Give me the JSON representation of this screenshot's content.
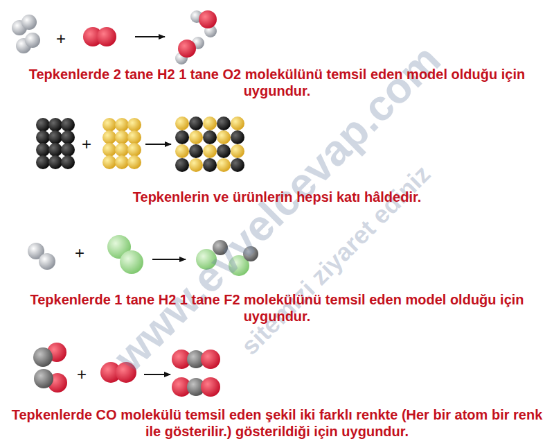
{
  "diagram": {
    "labels": [
      "+",
      "Tepkenlerde 2 tane H2 1 tane O2 molekülünü temsil eden model olduğu için uygundur.",
      "+",
      "Tepkenlerin ve ürünlerin hepsi katı hâldedir.",
      "+",
      "Tepkenlerde 1 tane H2 1 tane F2 molekülünü temsil eden model olduğu için uygundur.",
      "+",
      "Tepkenlerde CO molekülü temsil eden şekil iki farklı renkte (Her bir atom bir renk ile gösterilir.) gösterildiği için uygundur.",
      "www.evvelcevap.com",
      "sitemizi ziyaret ediniz"
    ]
  }
}
